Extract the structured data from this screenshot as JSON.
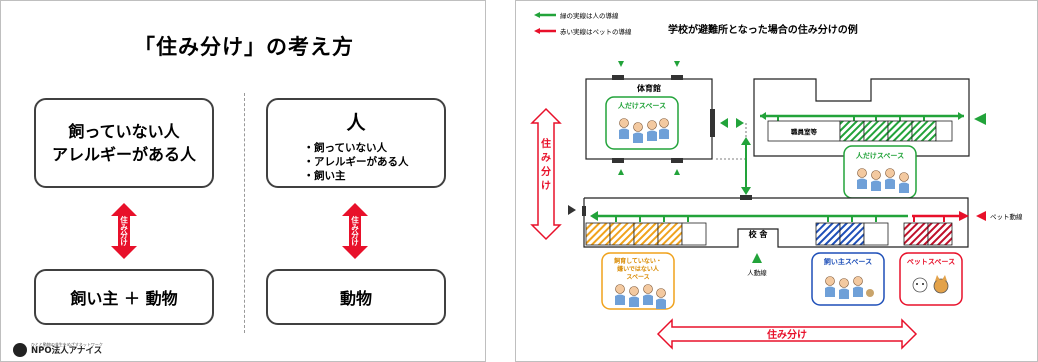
{
  "left_slide": {
    "title": "「住み分け」の考え方",
    "box_top_left": "飼っていない人\nアレルギーがある人",
    "box_bottom_left": "飼い主 ＋ 動物",
    "box_top_right_head": "人",
    "box_top_right_items": [
      "飼っていない人",
      "アレルギーがある人",
      "飼い主"
    ],
    "box_bottom_right": "動物",
    "arrow_label": "住み分け",
    "logo_tagline": "ひとと動物の共生をめざすネットワーク",
    "logo_name": "NPO法人アナイス"
  },
  "right_slide": {
    "title": "学校が避難所となった場合の住み分けの例",
    "legend_green": "緑の実線は人の導線",
    "legend_red": "赤い実線はペットの導線",
    "gym_label": "体育館",
    "people_space_label": "人だけスペース",
    "staff_room_label": "職員室等",
    "school_label": "校 舎",
    "person_flow_label": "人動線",
    "pet_flow_label": "ペット動線",
    "vertical_label": "住み分け",
    "bottom_label": "住み分け",
    "space_nonowner": "飼育していない・嫌いではない人スペース",
    "space_owner": "飼い主スペース",
    "space_pet": "ペットスペース",
    "colors": {
      "green": "#22a33a",
      "red": "#e8102a",
      "orange": "#f0a21c",
      "blue": "#1e4fb8"
    }
  }
}
